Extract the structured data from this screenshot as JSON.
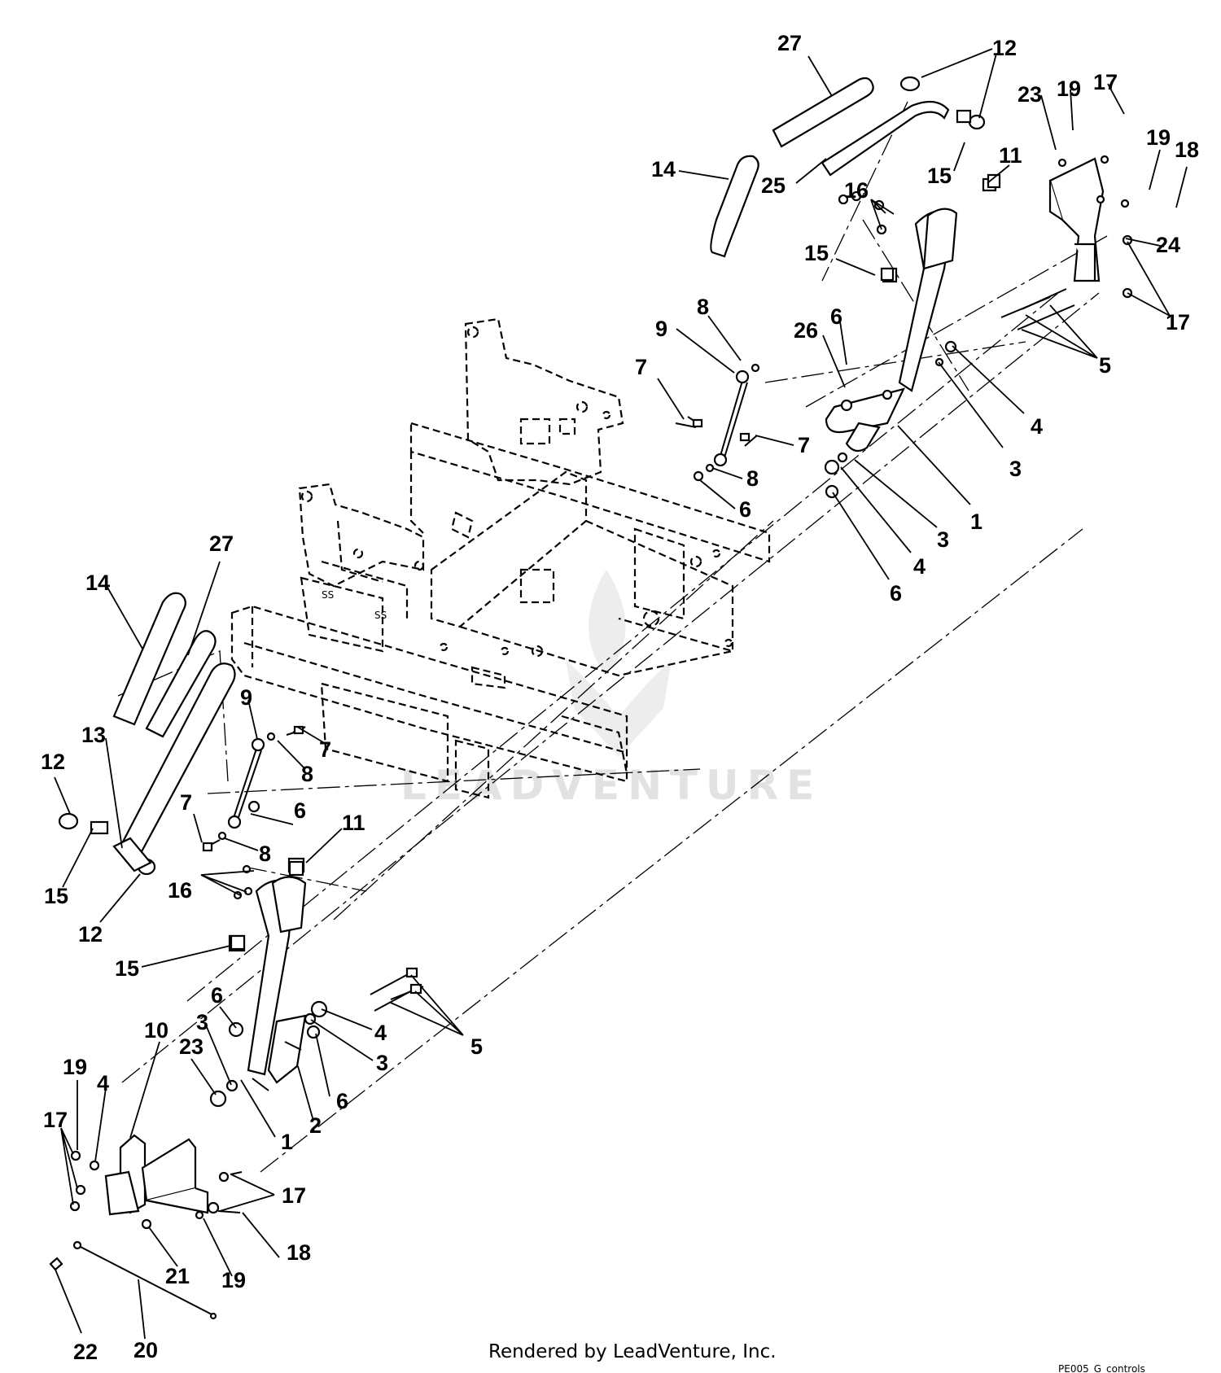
{
  "footer": {
    "rendered_by": "Rendered by LeadVenture, Inc.",
    "figure_code": "PE005_G_controls"
  },
  "watermark": {
    "text": "LEADVENTURE",
    "icon": "flame-logo-icon"
  },
  "callouts": [
    {
      "id": "c1",
      "label": "27"
    },
    {
      "id": "c2",
      "label": "12"
    },
    {
      "id": "c3",
      "label": "23"
    },
    {
      "id": "c4",
      "label": "19"
    },
    {
      "id": "c5",
      "label": "17"
    },
    {
      "id": "c6",
      "label": "19"
    },
    {
      "id": "c7",
      "label": "18"
    },
    {
      "id": "c8",
      "label": "14"
    },
    {
      "id": "c9",
      "label": "25"
    },
    {
      "id": "c10",
      "label": "15"
    },
    {
      "id": "c11",
      "label": "11"
    },
    {
      "id": "c12",
      "label": "16"
    },
    {
      "id": "c13",
      "label": "24"
    },
    {
      "id": "c14",
      "label": "15"
    },
    {
      "id": "c15",
      "label": "17"
    },
    {
      "id": "c16",
      "label": "8"
    },
    {
      "id": "c17",
      "label": "9"
    },
    {
      "id": "c18",
      "label": "26"
    },
    {
      "id": "c19",
      "label": "6"
    },
    {
      "id": "c20",
      "label": "5"
    },
    {
      "id": "c21",
      "label": "7"
    },
    {
      "id": "c22",
      "label": "4"
    },
    {
      "id": "c23",
      "label": "7"
    },
    {
      "id": "c24",
      "label": "3"
    },
    {
      "id": "c25",
      "label": "8"
    },
    {
      "id": "c26",
      "label": "6"
    },
    {
      "id": "c27",
      "label": "1"
    },
    {
      "id": "c28",
      "label": "3"
    },
    {
      "id": "c29",
      "label": "4"
    },
    {
      "id": "c30",
      "label": "6"
    },
    {
      "id": "c31",
      "label": "27"
    },
    {
      "id": "c32",
      "label": "14"
    },
    {
      "id": "c33",
      "label": "9"
    },
    {
      "id": "c34",
      "label": "13"
    },
    {
      "id": "c35",
      "label": "7"
    },
    {
      "id": "c36",
      "label": "12"
    },
    {
      "id": "c37",
      "label": "8"
    },
    {
      "id": "c38",
      "label": "6"
    },
    {
      "id": "c39",
      "label": "7"
    },
    {
      "id": "c40",
      "label": "8"
    },
    {
      "id": "c41",
      "label": "11"
    },
    {
      "id": "c42",
      "label": "15"
    },
    {
      "id": "c43",
      "label": "12"
    },
    {
      "id": "c44",
      "label": "16"
    },
    {
      "id": "c45",
      "label": "15"
    },
    {
      "id": "c46",
      "label": "5"
    },
    {
      "id": "c47",
      "label": "6"
    },
    {
      "id": "c48",
      "label": "4"
    },
    {
      "id": "c49",
      "label": "10"
    },
    {
      "id": "c50",
      "label": "3"
    },
    {
      "id": "c51",
      "label": "3"
    },
    {
      "id": "c52",
      "label": "23"
    },
    {
      "id": "c53",
      "label": "19"
    },
    {
      "id": "c54",
      "label": "4"
    },
    {
      "id": "c55",
      "label": "6"
    },
    {
      "id": "c56",
      "label": "17"
    },
    {
      "id": "c57",
      "label": "2"
    },
    {
      "id": "c58",
      "label": "1"
    },
    {
      "id": "c59",
      "label": "17"
    },
    {
      "id": "c60",
      "label": "18"
    },
    {
      "id": "c61",
      "label": "21"
    },
    {
      "id": "c62",
      "label": "19"
    },
    {
      "id": "c63",
      "label": "22"
    },
    {
      "id": "c64",
      "label": "20"
    }
  ]
}
